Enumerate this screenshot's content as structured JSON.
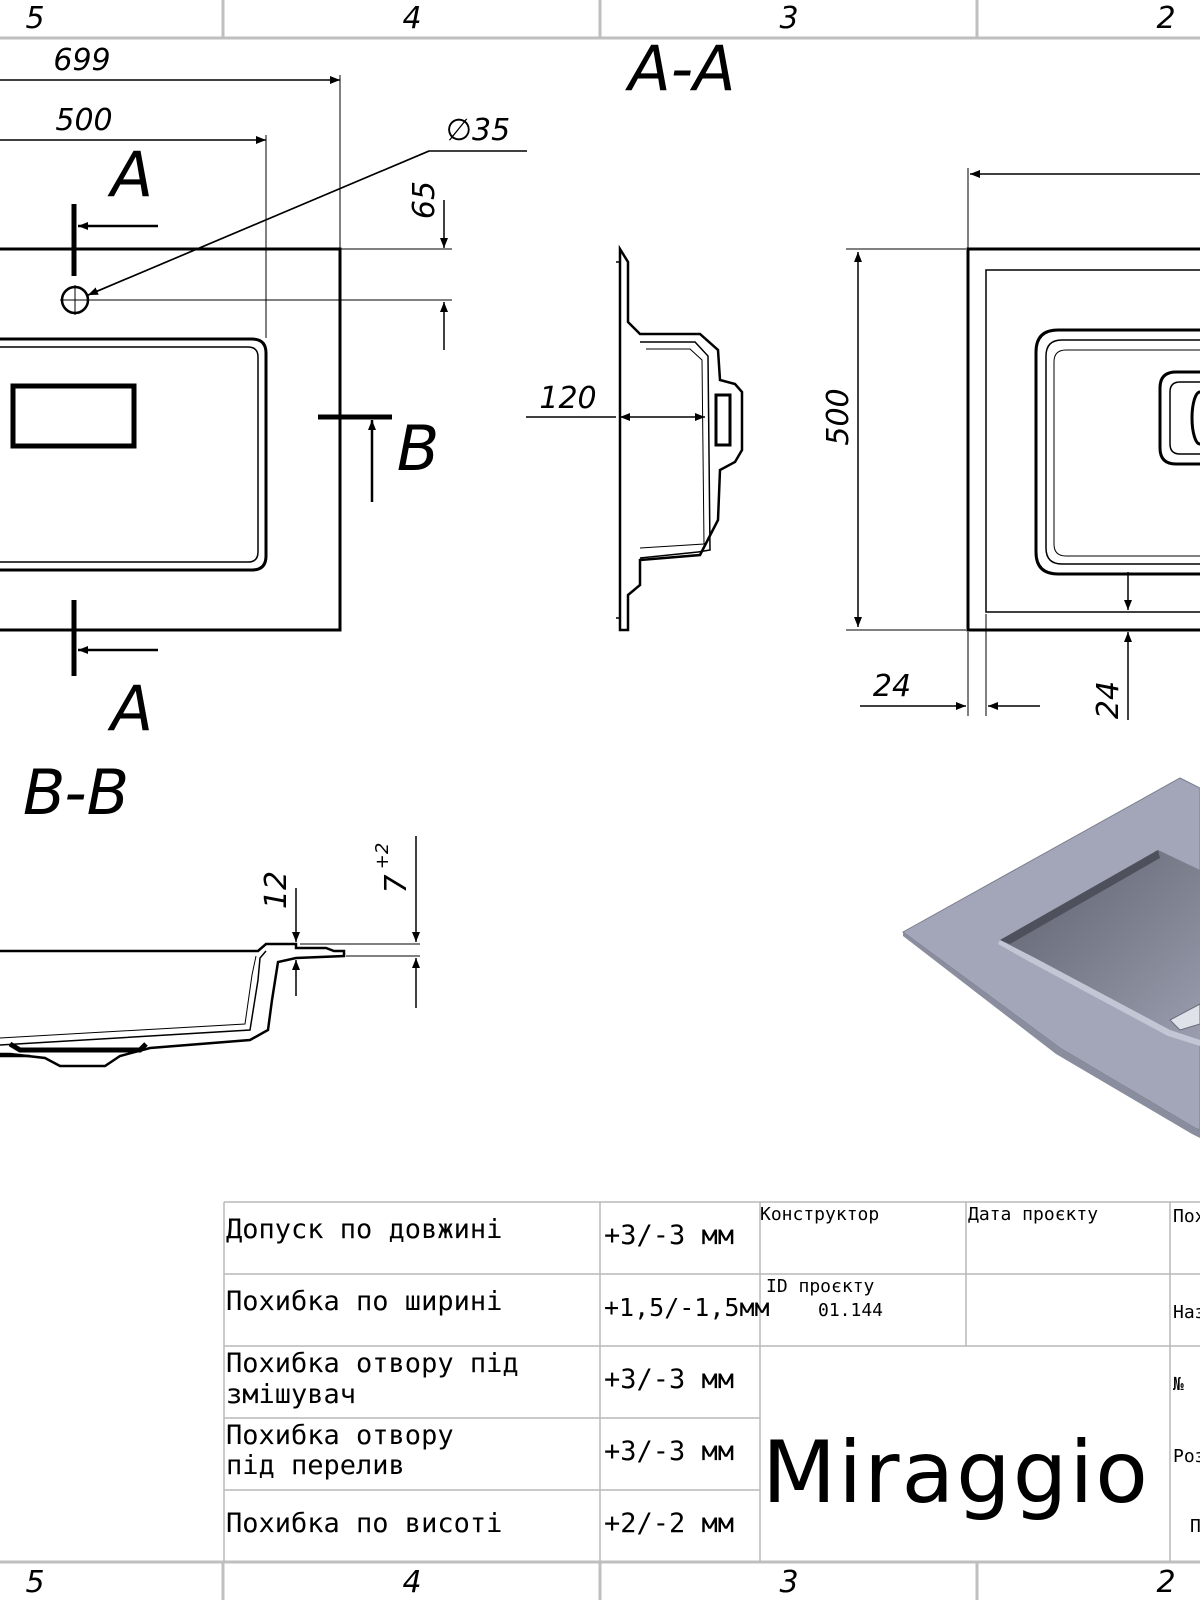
{
  "zones": {
    "top": [
      "5",
      "4",
      "3",
      "2"
    ],
    "bottom": [
      "5",
      "4",
      "3",
      "2"
    ]
  },
  "views": {
    "section_aa_title": "A-A",
    "section_bb_title": "B-B",
    "section_mark_a": "A",
    "section_mark_b": "B"
  },
  "dimensions": {
    "overall_width": "699",
    "bowl_width": "500",
    "hole_diameter": "∅35",
    "hole_offset": "65",
    "depth": "120",
    "overall_depth": "500",
    "rim_left": "24",
    "rim_front": "24",
    "rim_thickness": "12",
    "recess_depth": "7",
    "recess_tolerance": "+2"
  },
  "tolerances": [
    {
      "label": "Допуск по довжині",
      "value": "+3/-3 мм"
    },
    {
      "label": "Похибка по ширині",
      "value": "+1,5/-1,5мм"
    },
    {
      "label": "Похибка отвору під змішувач",
      "value": "+3/-3 мм"
    },
    {
      "label": "Похибка отвору під перелив",
      "value": "+3/-3 мм"
    },
    {
      "label": "Похибка по висоті",
      "value": "+2/-2 мм"
    }
  ],
  "title_block": {
    "designer_label": "Конструктор",
    "date_label": "Дата проєкту",
    "project_id_label": "ID проєкту",
    "project_id": "01.144",
    "right_col_1": "Пох",
    "right_col_2": "Наз",
    "right_col_3": "№",
    "right_col_4": "Роз",
    "right_col_5": "П",
    "brand": "Miraggio"
  },
  "colors": {
    "line": "#000000",
    "frame": "#bfbfbf",
    "render_body": "#a3a6b8",
    "render_bowl": "#6b6e7c"
  }
}
